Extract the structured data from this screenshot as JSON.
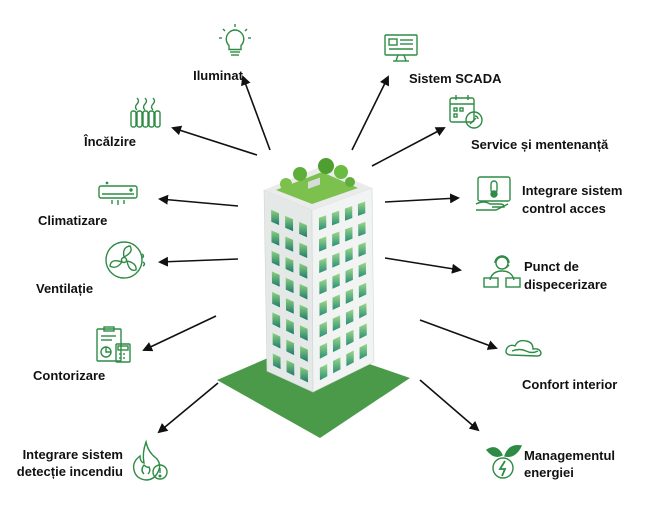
{
  "diagram": {
    "accent_color": "#2e8b45",
    "labels": {
      "iluminat": "Iluminat",
      "scada": "Sistem SCADA",
      "incalzire": "Încălzire",
      "service": "Service și mentenanță",
      "climatizare": "Climatizare",
      "acces_1": "Integrare sistem",
      "acces_2": "control acces",
      "ventilatie": "Ventilație",
      "dispecer_1": "Punct de",
      "dispecer_2": "dispecerizare",
      "contorizare": "Contorizare",
      "confort": "Confort interior",
      "incendiu_1": "Integrare sistem",
      "incendiu_2": "detecție incendiu",
      "energie_1": "Managementul",
      "energie_2": "energiei"
    },
    "icons": [
      "lightbulb-icon",
      "monitor-icon",
      "radiator-icon",
      "calendar-wrench-icon",
      "air-conditioner-icon",
      "hand-thermometer-icon",
      "fan-icon",
      "operator-icon",
      "meter-icon",
      "cloud-icon",
      "fire-alert-icon",
      "leaf-energy-icon"
    ]
  }
}
